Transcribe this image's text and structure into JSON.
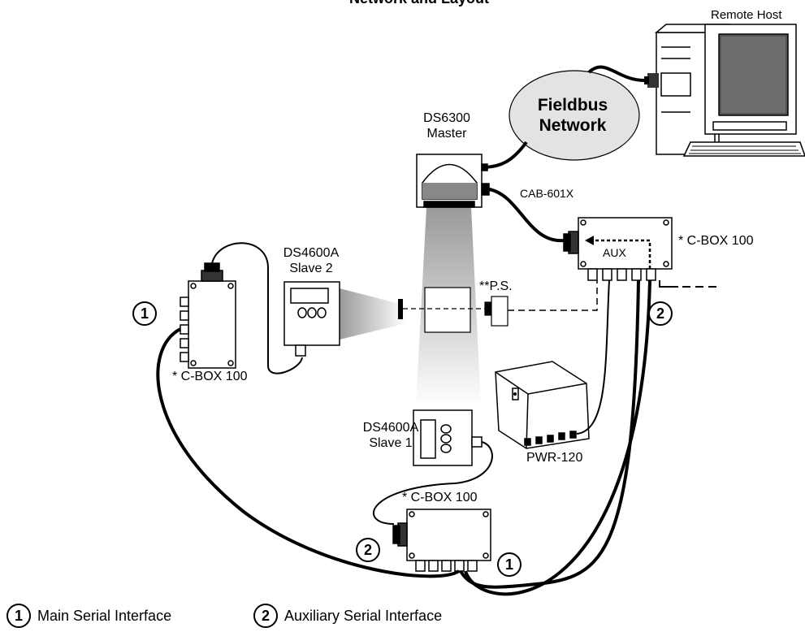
{
  "diagram": {
    "title_partial": "Network and Layout",
    "remote_host": "Remote Host",
    "fieldbus": [
      "Fieldbus",
      "Network"
    ],
    "master": [
      "DS6300",
      "Master"
    ],
    "cab": "CAB-601X",
    "cbox_label": "* C-BOX 100",
    "aux": "AUX",
    "slave2": [
      "DS4600A",
      "Slave 2"
    ],
    "slave1": [
      "DS4600A",
      "Slave 1"
    ],
    "ps": "**P.S.",
    "pwr": "PWR-120",
    "markers": [
      "1",
      "2"
    ]
  },
  "legend": [
    {
      "number": "1",
      "label": "Main Serial Interface"
    },
    {
      "number": "2",
      "label": "Auxiliary Serial Interface"
    }
  ],
  "colors": {
    "line": "#000000",
    "fieldbus_fill": "#e3e3e3",
    "beam": "#b8b8b8"
  }
}
